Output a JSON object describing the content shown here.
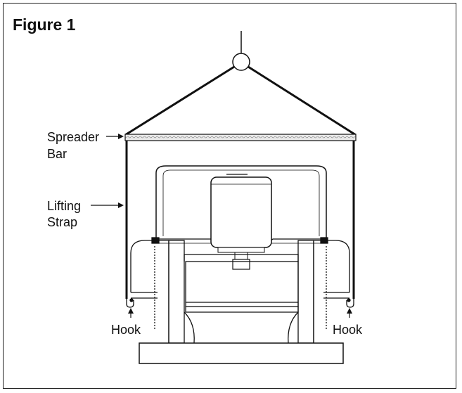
{
  "figure": {
    "title": "Figure 1"
  },
  "labels": {
    "spreader_bar_line1": "Spreader",
    "spreader_bar_line2": "Bar",
    "lifting_strap_line1": "Lifting",
    "lifting_strap_line2": "Strap",
    "hook_left": "Hook",
    "hook_right": "Hook"
  },
  "colors": {
    "line": "#111111",
    "background": "#ffffff"
  }
}
